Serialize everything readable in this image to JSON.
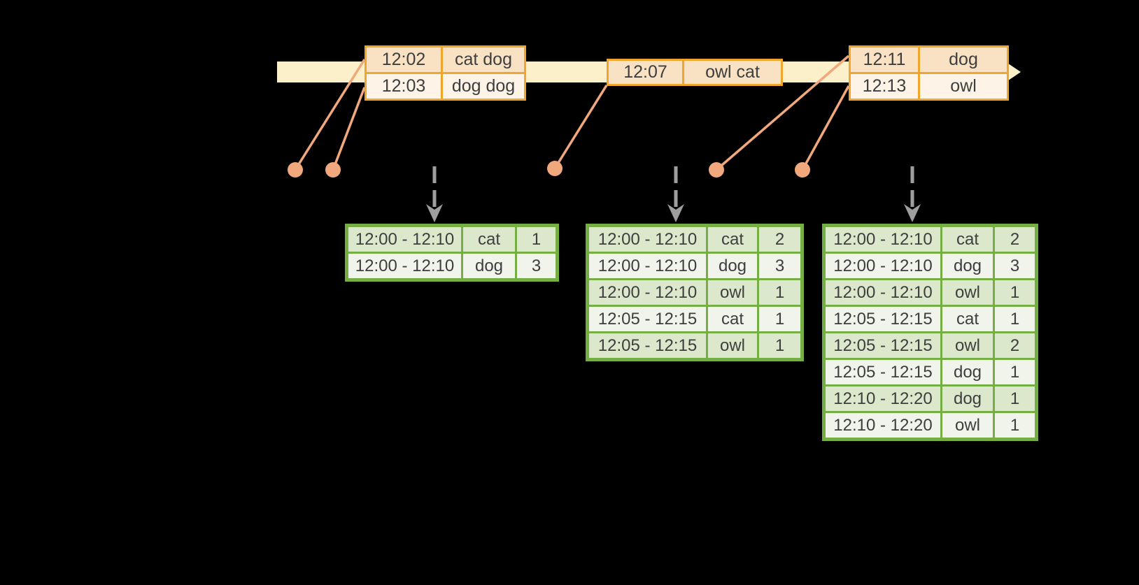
{
  "colors": {
    "background": "#000000",
    "timeline_fill": "#FBF0C9",
    "event_border": "#F0A62C",
    "event_row_dark": "#F9E2C4",
    "event_row_light": "#FDF4E7",
    "connector": "#F0A87C",
    "result_border": "#75AF43",
    "result_row_dark": "#DCE8CC",
    "result_row_light": "#F0F4EB",
    "text": "#3E3E3E",
    "trigger_arrow": "#9E9E9E"
  },
  "icons": {
    "timeline_arrowhead": "right-arrow",
    "trigger_arrows": "dashed-down-arrow",
    "event_markers": "dot"
  },
  "timeline": {
    "name": "event-time-axis"
  },
  "event_tables": [
    {
      "id": "event-table-12-02",
      "rows": [
        {
          "time": "12:02",
          "words": "cat dog"
        },
        {
          "time": "12:03",
          "words": "dog dog"
        }
      ]
    },
    {
      "id": "event-table-12-07",
      "rows": [
        {
          "time": "12:07",
          "words": "owl cat"
        }
      ]
    },
    {
      "id": "event-table-12-11",
      "rows": [
        {
          "time": "12:11",
          "words": "dog"
        },
        {
          "time": "12:13",
          "words": "owl"
        }
      ]
    }
  ],
  "result_tables": [
    {
      "id": "result-table-1",
      "rows": [
        {
          "window": "12:00 - 12:10",
          "word": "cat",
          "count": "1"
        },
        {
          "window": "12:00 - 12:10",
          "word": "dog",
          "count": "3"
        }
      ]
    },
    {
      "id": "result-table-2",
      "rows": [
        {
          "window": "12:00 - 12:10",
          "word": "cat",
          "count": "2"
        },
        {
          "window": "12:00 - 12:10",
          "word": "dog",
          "count": "3"
        },
        {
          "window": "12:00 - 12:10",
          "word": "owl",
          "count": "1"
        },
        {
          "window": "12:05 - 12:15",
          "word": "cat",
          "count": "1"
        },
        {
          "window": "12:05 - 12:15",
          "word": "owl",
          "count": "1"
        }
      ]
    },
    {
      "id": "result-table-3",
      "rows": [
        {
          "window": "12:00 - 12:10",
          "word": "cat",
          "count": "2"
        },
        {
          "window": "12:00 - 12:10",
          "word": "dog",
          "count": "3"
        },
        {
          "window": "12:00 - 12:10",
          "word": "owl",
          "count": "1"
        },
        {
          "window": "12:05 - 12:15",
          "word": "cat",
          "count": "1"
        },
        {
          "window": "12:05 - 12:15",
          "word": "owl",
          "count": "2"
        },
        {
          "window": "12:05 - 12:15",
          "word": "dog",
          "count": "1"
        },
        {
          "window": "12:10 - 12:20",
          "word": "dog",
          "count": "1"
        },
        {
          "window": "12:10 - 12:20",
          "word": "owl",
          "count": "1"
        }
      ]
    }
  ]
}
